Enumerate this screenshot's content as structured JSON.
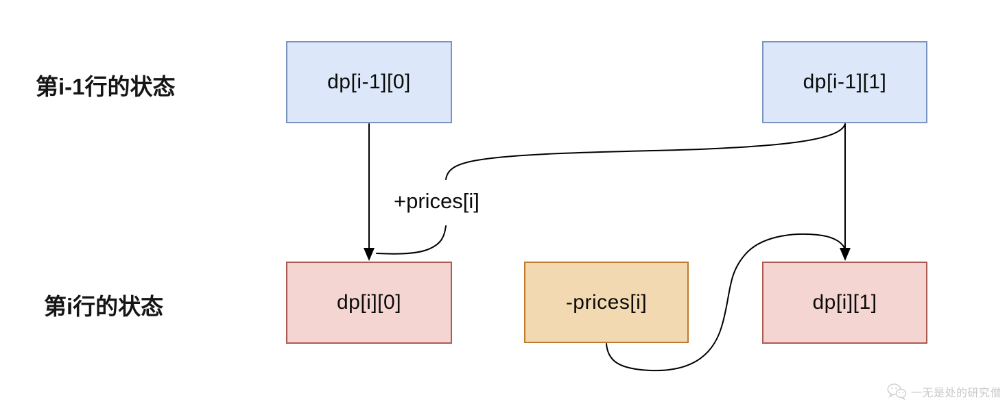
{
  "diagram": {
    "row_labels": [
      {
        "id": "prev-row",
        "text": "第i-1行的状态"
      },
      {
        "id": "cur-row",
        "text": "第i行的状态"
      }
    ],
    "nodes": [
      {
        "id": "dp-prev-0",
        "label": "dp[i-1][0]",
        "fill": "#dce8f9",
        "border": "#7a94c0"
      },
      {
        "id": "dp-prev-1",
        "label": "dp[i-1][1]",
        "fill": "#dce8f9",
        "border": "#7a94c0"
      },
      {
        "id": "dp-cur-0",
        "label": "dp[i][0]",
        "fill": "#f5d5d2",
        "border": "#ac5a51"
      },
      {
        "id": "minus-prices",
        "label": "-prices[i]",
        "fill": "#f3d9b1",
        "border": "#bd7c2e"
      },
      {
        "id": "dp-cur-1",
        "label": "dp[i][1]",
        "fill": "#f5d5d2",
        "border": "#ac5a51"
      }
    ],
    "edge_label": "+prices[i]",
    "arrow_color": "#000000",
    "edges": [
      "dp[i-1][0] -> dp[i][0]",
      "dp[i-1][1] -> dp[i][0] (+prices[i])",
      "dp[i-1][1] -> dp[i][1]",
      "-prices[i] -> dp[i][1]"
    ]
  },
  "watermark": {
    "icon": "wechat-icon",
    "text": "一无是处的研究僧",
    "color": "#c9c9c9"
  }
}
